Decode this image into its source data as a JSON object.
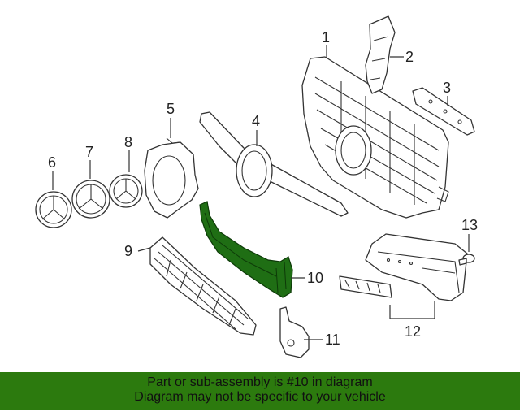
{
  "callouts": [
    {
      "id": "1",
      "label": "1"
    },
    {
      "id": "2",
      "label": "2"
    },
    {
      "id": "3",
      "label": "3"
    },
    {
      "id": "4",
      "label": "4"
    },
    {
      "id": "5",
      "label": "5"
    },
    {
      "id": "6",
      "label": "6"
    },
    {
      "id": "7",
      "label": "7"
    },
    {
      "id": "8",
      "label": "8"
    },
    {
      "id": "9",
      "label": "9"
    },
    {
      "id": "10",
      "label": "10"
    },
    {
      "id": "11",
      "label": "11"
    },
    {
      "id": "12",
      "label": "12"
    },
    {
      "id": "13",
      "label": "13"
    }
  ],
  "highlight_color": "#1f6e14",
  "banner": {
    "line1": "Part or sub-assembly is #10 in diagram",
    "line2": "Diagram may not be specific to your vehicle",
    "background": "#2c7a0e"
  }
}
